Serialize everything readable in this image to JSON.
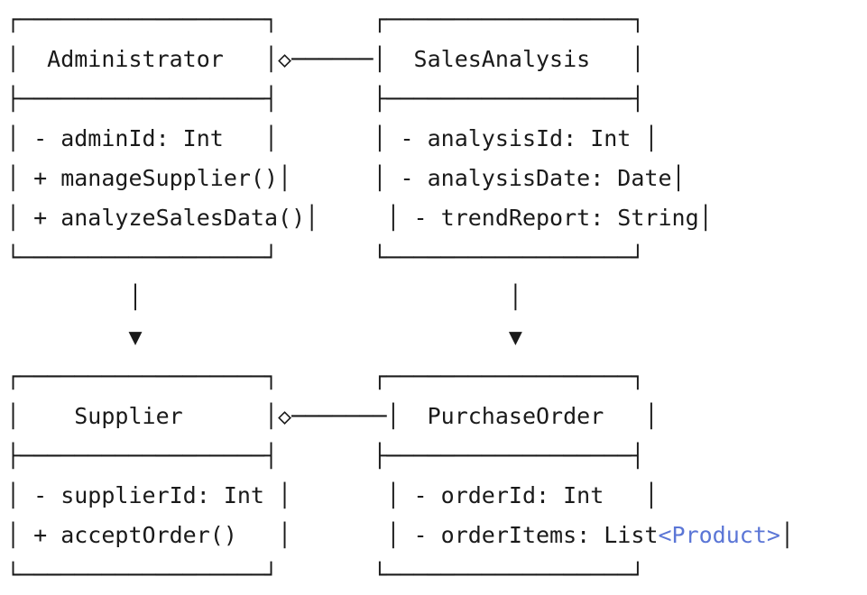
{
  "lines": [
    "┌──────────────────┐       ┌──────────────────┐",
    "│  Administrator   │◇──────│  SalesAnalysis   │",
    "├──────────────────┤       ├──────────────────┤",
    "│ - adminId: Int   │       │ - analysisId: Int │",
    "│ + manageSupplier()│      │ - analysisDate: Date│",
    "│ + analyzeSalesData()│     │ - trendReport: String│",
    "└──────────────────┘       └──────────────────┘",
    "         │                           │",
    "         ▼                           ▼",
    "┌──────────────────┐       ┌──────────────────┐",
    "│    Supplier      │◇───────│  PurchaseOrder   │",
    "├──────────────────┤       ├──────────────────┤",
    "│ - supplierId: Int │       │ - orderId: Int   │",
    "│ + acceptOrder()   │       │ - orderItems: List",
    "└──────────────────┘       └──────────────────┘"
  ],
  "product_generic": "<Product>",
  "product_tail": "│",
  "colors": {
    "text": "#1a1a1a",
    "generic_highlight": "#5b76d6"
  }
}
